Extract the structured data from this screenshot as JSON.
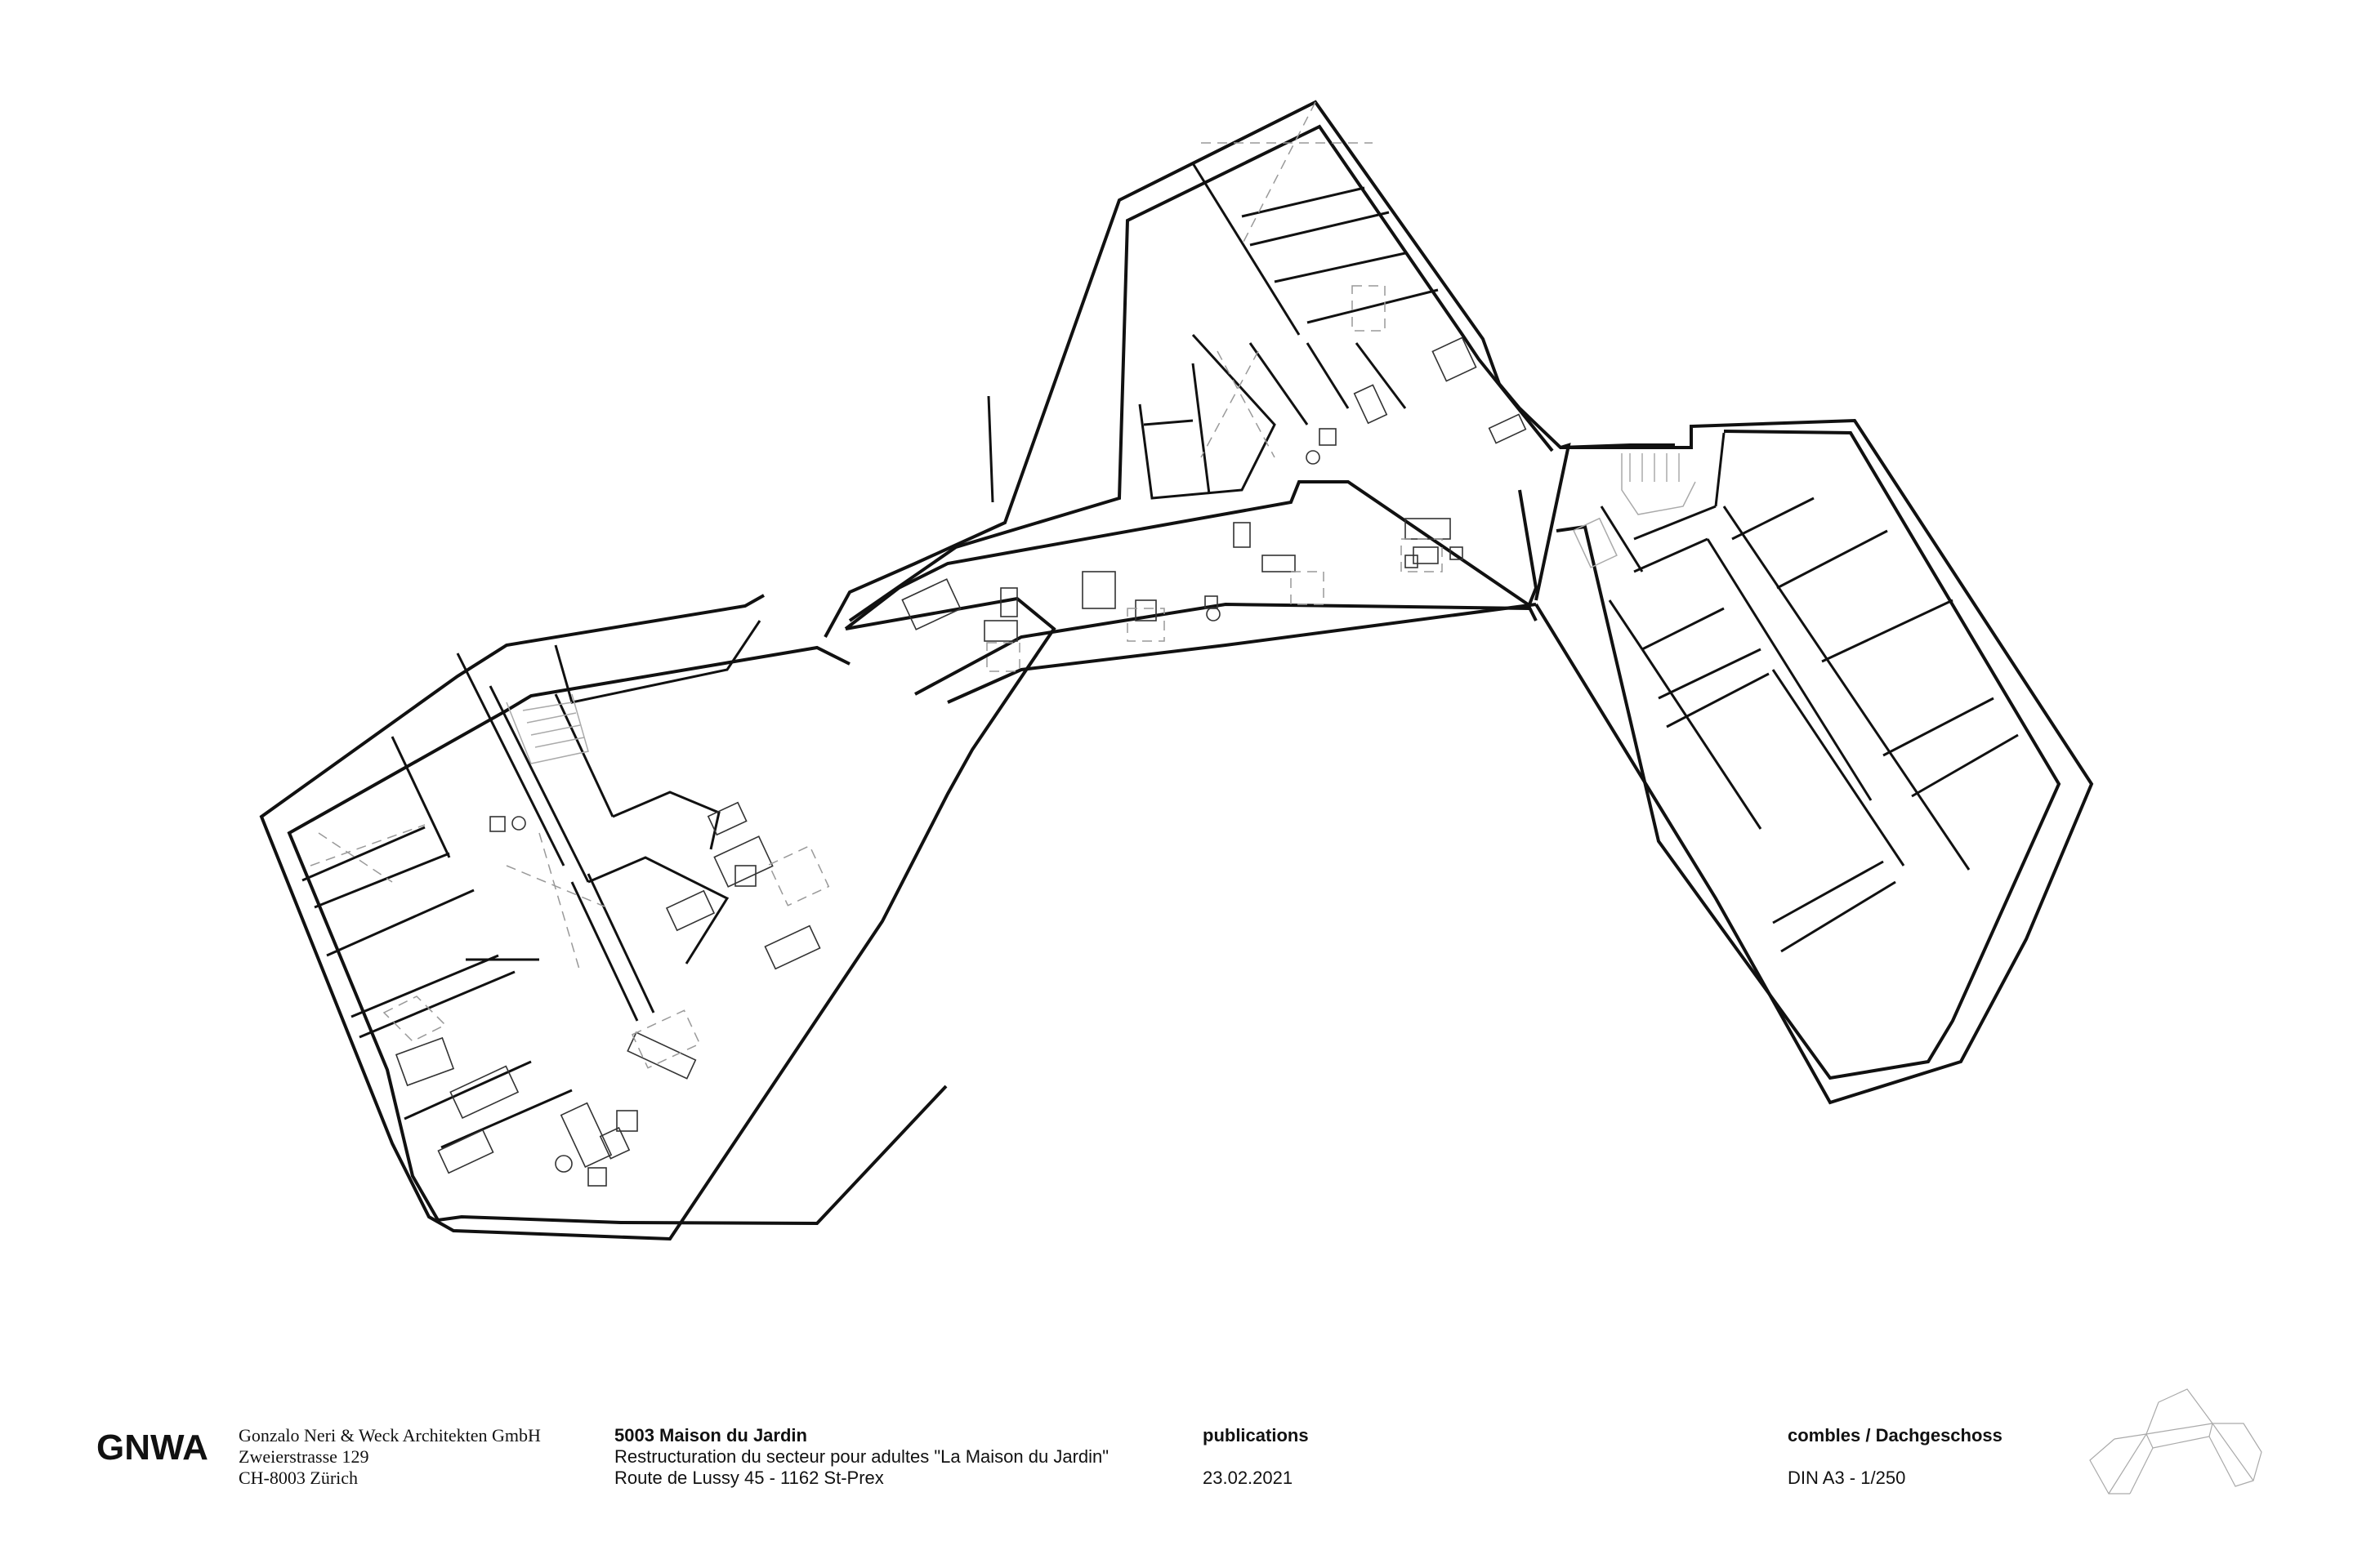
{
  "drawing": {
    "type": "architectural floor plan",
    "level": "combles / Dachgeschoss",
    "line_color": "#111111",
    "dash_color": "#999999",
    "background": "#ffffff"
  },
  "title_block": {
    "logo": "GNWA",
    "firm": {
      "name": "Gonzalo Neri & Weck Architekten GmbH",
      "street": "Zweierstrasse 129",
      "city": "CH-8003 Zürich"
    },
    "project": {
      "title": "5003 Maison du Jardin",
      "description": "Restructuration du secteur pour adultes \"La Maison du Jardin\"",
      "address": "Route de Lussy 45 - 1162 St-Prex"
    },
    "phase": {
      "label": "publications",
      "date": "23.02.2021"
    },
    "sheet": {
      "level": "combles / Dachgeschoss",
      "format_scale": "DIN A3 - 1/250"
    },
    "key_plan_icon": "building-outline-key-plan-icon"
  }
}
